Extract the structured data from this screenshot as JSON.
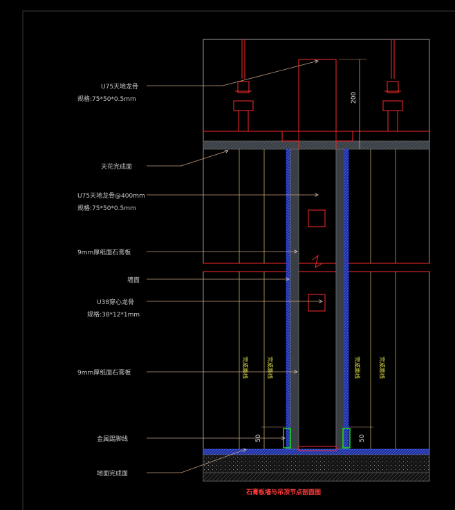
{
  "drawing": {
    "title": "石膏板墙与吊顶节点剖面图",
    "colors": {
      "background": "#000000",
      "red": "#ff2a2a",
      "gray": "#9a9a9a",
      "yellow": "#d8c870",
      "blue": "#2a3cff",
      "green": "#19e019",
      "leader": "#c8a080",
      "text": "#c8c8c8"
    }
  },
  "labels": {
    "keel_top_1": "U75天地龙骨",
    "keel_top_2": "规格:75*50*0.5mm",
    "ceiling_finish": "天花完成面",
    "keel_stud_1": "U75天地龙骨@400mm",
    "keel_stud_2": "规格:75*50*0.5mm",
    "gypsum_upper": "9mm厚纸面石膏板",
    "wall_face": "墙面",
    "u38_1": "U38穿心龙骨",
    "u38_2": "规格:38*12*1mm",
    "gypsum_lower": "9mm厚纸面石膏板",
    "metal_trim": "金属踢脚线",
    "floor_finish": "地面完成面"
  },
  "dimensions": {
    "height_top": "200",
    "offset_left": "50",
    "offset_right": "50"
  },
  "vertical_labels": {
    "left_1": "完成面线",
    "left_2": "完成面线",
    "right_1": "完成面线",
    "right_2": "完成面线"
  }
}
